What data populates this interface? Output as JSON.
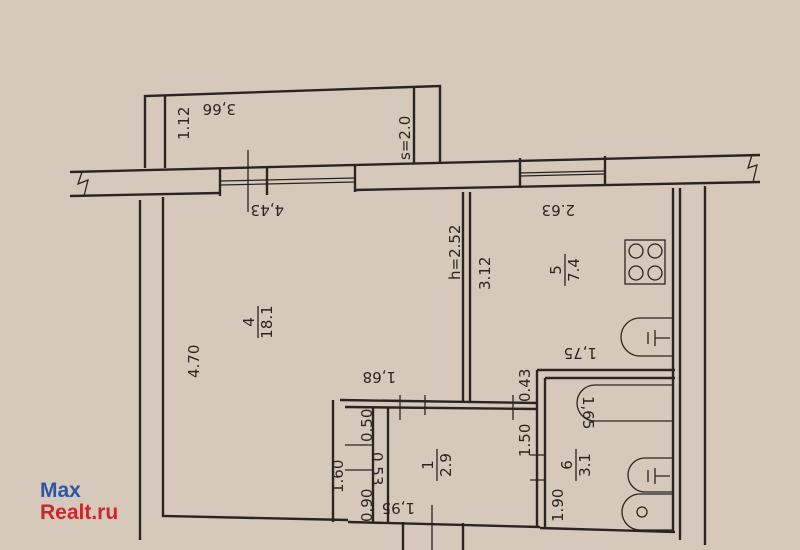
{
  "rooms": {
    "room4": {
      "number": "4",
      "area": "18.1"
    },
    "room5": {
      "number": "5",
      "area": "7.4"
    },
    "room1": {
      "number": "1",
      "area": "2.9"
    },
    "room6": {
      "number": "6",
      "area": "3.1"
    }
  },
  "dimensions": {
    "balcony_width": "3,66",
    "balcony_depth": "1.12",
    "balcony_area": "s=2.0",
    "room4_width": "4,43",
    "room4_length": "4.70",
    "ceiling_height": "h=2.52",
    "kitchen_length": "3.12",
    "kitchen_width": "2.63",
    "d_1_75": "1,75",
    "d_0_43": "0.43",
    "d_1_68": "1,68",
    "d_1_65": "1,65",
    "d_0_50": "0.50",
    "d_0_53": "0.53",
    "d_0_90": "0.90",
    "d_1_60": "1.60",
    "d_1_50": "1.50",
    "d_1_90": "1.90",
    "d_1_95": "1,95"
  },
  "watermark": {
    "line1": "Max",
    "line2": "Realt.ru"
  }
}
